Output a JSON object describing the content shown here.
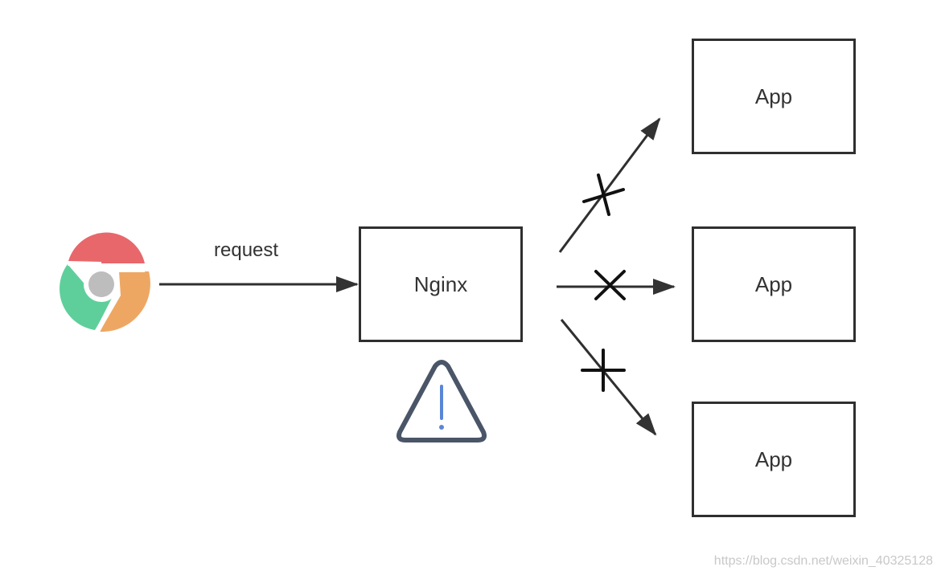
{
  "request_label": "request",
  "nginx": {
    "label": "Nginx"
  },
  "apps": [
    {
      "label": "App"
    },
    {
      "label": "App"
    },
    {
      "label": "App"
    }
  ],
  "watermark": "https://blog.csdn.net/weixin_40325128",
  "icons": {
    "browser": "chrome-icon",
    "warning": "warning-triangle-icon",
    "blocked": "cross-icon"
  },
  "colors": {
    "stroke": "#2f2f2f",
    "chrome_red": "#e8676b",
    "chrome_green": "#5ecf9b",
    "chrome_orange": "#eea763",
    "chrome_center": "#bdbdbd",
    "warning_outline": "#4a5568",
    "warning_mark": "#5a86d6"
  }
}
